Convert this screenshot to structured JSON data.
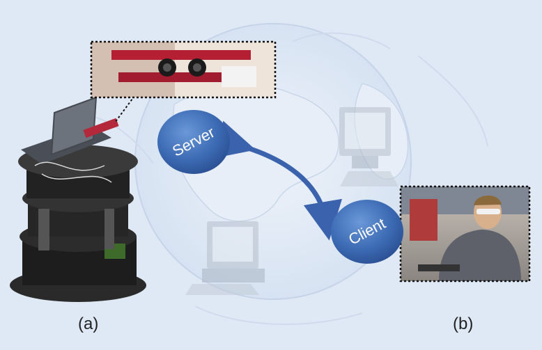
{
  "server_label": "Server",
  "client_label": "Client",
  "caption_a": "(a)",
  "caption_b": "(b)"
}
